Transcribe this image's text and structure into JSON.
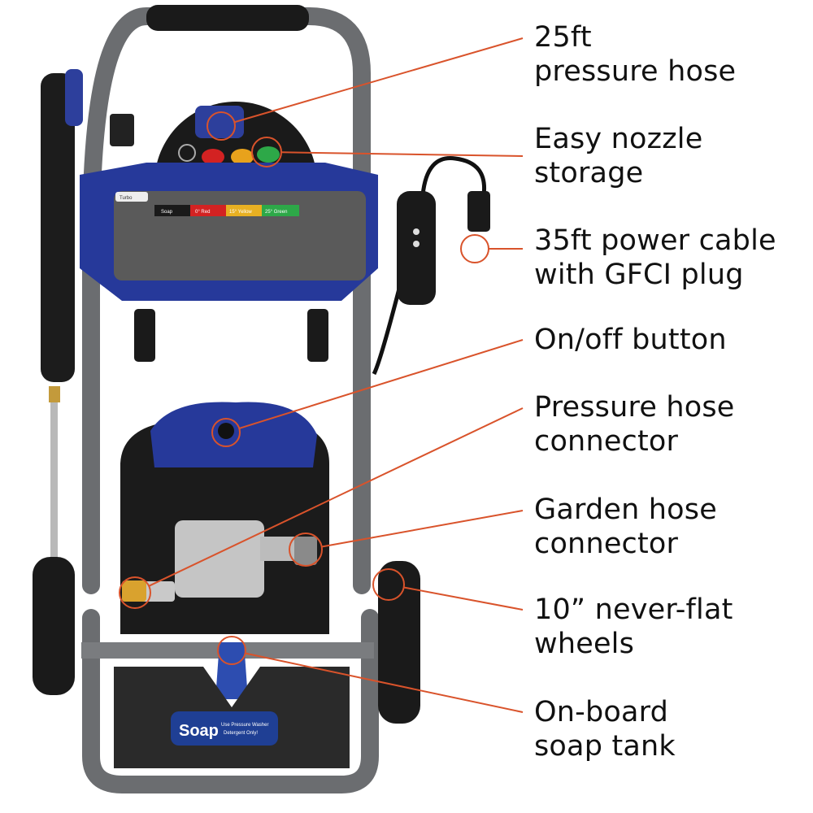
{
  "callouts": [
    {
      "id": "pressure-hose",
      "lines": [
        "25ft",
        "pressure hose"
      ]
    },
    {
      "id": "nozzle-storage",
      "lines": [
        "Easy nozzle",
        "storage"
      ]
    },
    {
      "id": "power-cable",
      "lines": [
        "35ft power cable",
        "with GFCI plug"
      ]
    },
    {
      "id": "on-off-button",
      "lines": [
        "On/off button"
      ]
    },
    {
      "id": "pressure-hose-connector",
      "lines": [
        "Pressure hose",
        "connector"
      ]
    },
    {
      "id": "garden-hose-connector",
      "lines": [
        "Garden hose",
        "connector"
      ]
    },
    {
      "id": "wheels",
      "lines": [
        "10” never-flat",
        "wheels"
      ]
    },
    {
      "id": "soap-tank",
      "lines": [
        "On-board",
        "soap tank"
      ]
    }
  ],
  "nozzle_labels": {
    "turbo": "Turbo",
    "soap": "Soap",
    "red": "0° Red",
    "yellow": "15° Yellow",
    "green": "25° Green"
  },
  "soap_tank": {
    "title": "Soap",
    "note_line1": "Use Pressure Washer",
    "note_line2": "Detergent Only!"
  },
  "colors": {
    "callout": "#d9532b",
    "brand_blue": "#26399a",
    "frame": "#6b6d70"
  }
}
